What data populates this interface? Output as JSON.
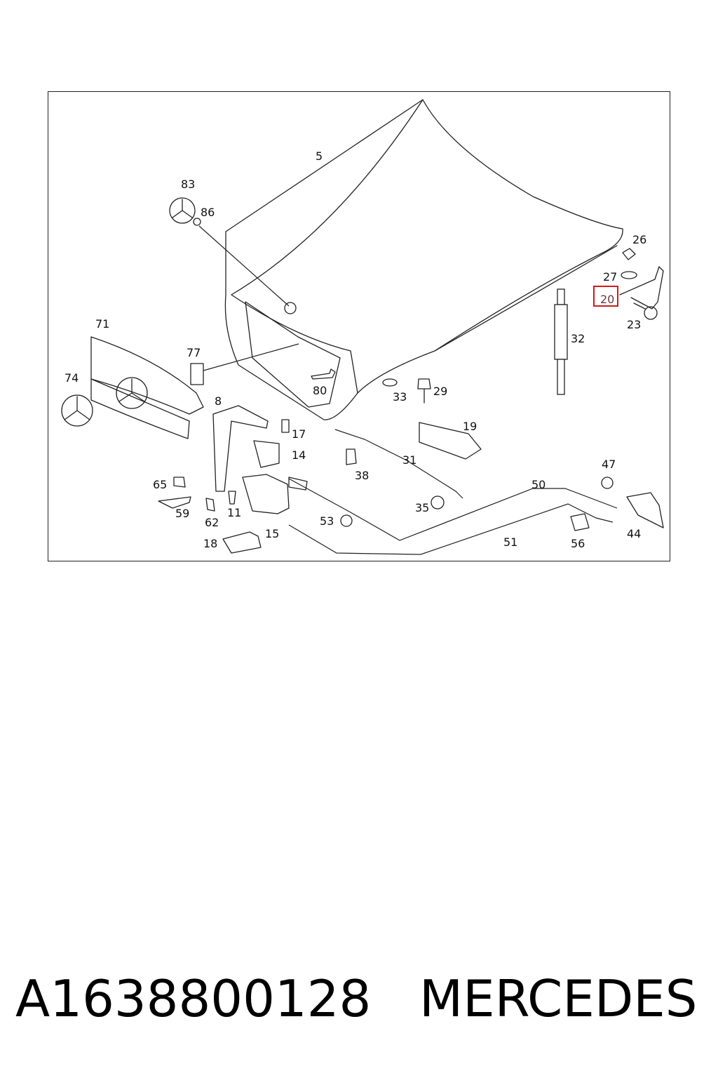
{
  "callouts": [
    "5",
    "83",
    "86",
    "26",
    "27",
    "20",
    "23",
    "32",
    "71",
    "77",
    "74",
    "80",
    "33",
    "29",
    "8",
    "17",
    "14",
    "19",
    "31",
    "38",
    "65",
    "59",
    "62",
    "11",
    "18",
    "15",
    "53",
    "35",
    "47",
    "50",
    "51",
    "56",
    "44"
  ],
  "highlighted_callout": "20",
  "highlight_color": "#d11a1a",
  "footer": {
    "part_number": "A1638800128",
    "brand": "MERCEDES"
  }
}
